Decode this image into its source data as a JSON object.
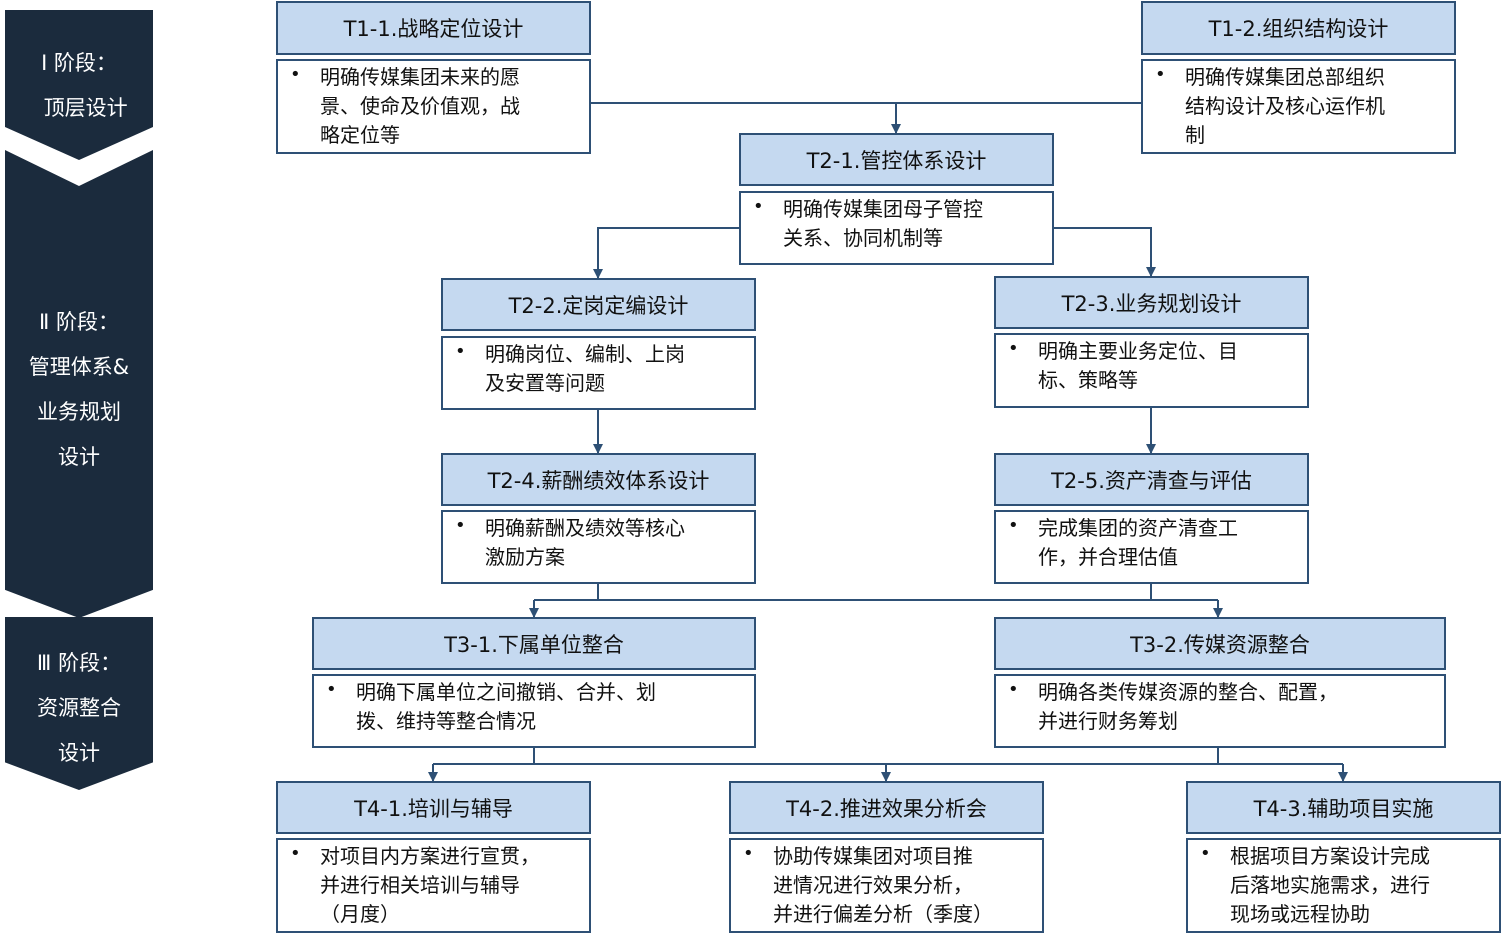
{
  "colors": {
    "stage_fill": "#1b2b3d",
    "title_fill": "#c5d9f0",
    "box_border": "#2e5075",
    "connector": "#2e5075"
  },
  "stages": [
    {
      "label": "Ⅰ 阶段：\n  顶层设计"
    },
    {
      "label": "Ⅱ 阶段：\n管理体系&\n业务规划\n设计"
    },
    {
      "label": "Ⅲ 阶段：\n资源整合\n设计"
    }
  ],
  "bullet": "•",
  "nodes": {
    "t1_1": {
      "title": "T1-1.战略定位设计",
      "desc": "明确传媒集团未来的愿\n景、使命及价值观，战\n略定位等"
    },
    "t1_2": {
      "title": "T1-2.组织结构设计",
      "desc": "明确传媒集团总部组织\n结构设计及核心运作机\n制"
    },
    "t2_1": {
      "title": "T2-1.管控体系设计",
      "desc": "明确传媒集团母子管控\n关系、协同机制等"
    },
    "t2_2": {
      "title": "T2-2.定岗定编设计",
      "desc": "明确岗位、编制、上岗\n及安置等问题"
    },
    "t2_3": {
      "title": "T2-3.业务规划设计",
      "desc": "明确主要业务定位、目\n标、策略等"
    },
    "t2_4": {
      "title": "T2-4.薪酬绩效体系设计",
      "desc": "明确薪酬及绩效等核心\n激励方案"
    },
    "t2_5": {
      "title": "T2-5.资产清查与评估",
      "desc": "完成集团的资产清查工\n作，并合理估值"
    },
    "t3_1": {
      "title": "T3-1.下属单位整合",
      "desc": "明确下属单位之间撤销、合并、划\n拨、维持等整合情况"
    },
    "t3_2": {
      "title": "T3-2.传媒资源整合",
      "desc": "明确各类传媒资源的整合、配置，\n并进行财务筹划"
    },
    "t4_1": {
      "title": "T4-1.培训与辅导",
      "desc": "对项目内方案进行宣贯，\n并进行相关培训与辅导\n（月度）"
    },
    "t4_2": {
      "title": "T4-2.推进效果分析会",
      "desc": "协助传媒集团对项目推\n进情况进行效果分析，\n并进行偏差分析（季度）"
    },
    "t4_3": {
      "title": "T4-3.辅助项目实施",
      "desc": "根据项目方案设计完成\n后落地实施需求，进行\n现场或远程协助"
    }
  }
}
